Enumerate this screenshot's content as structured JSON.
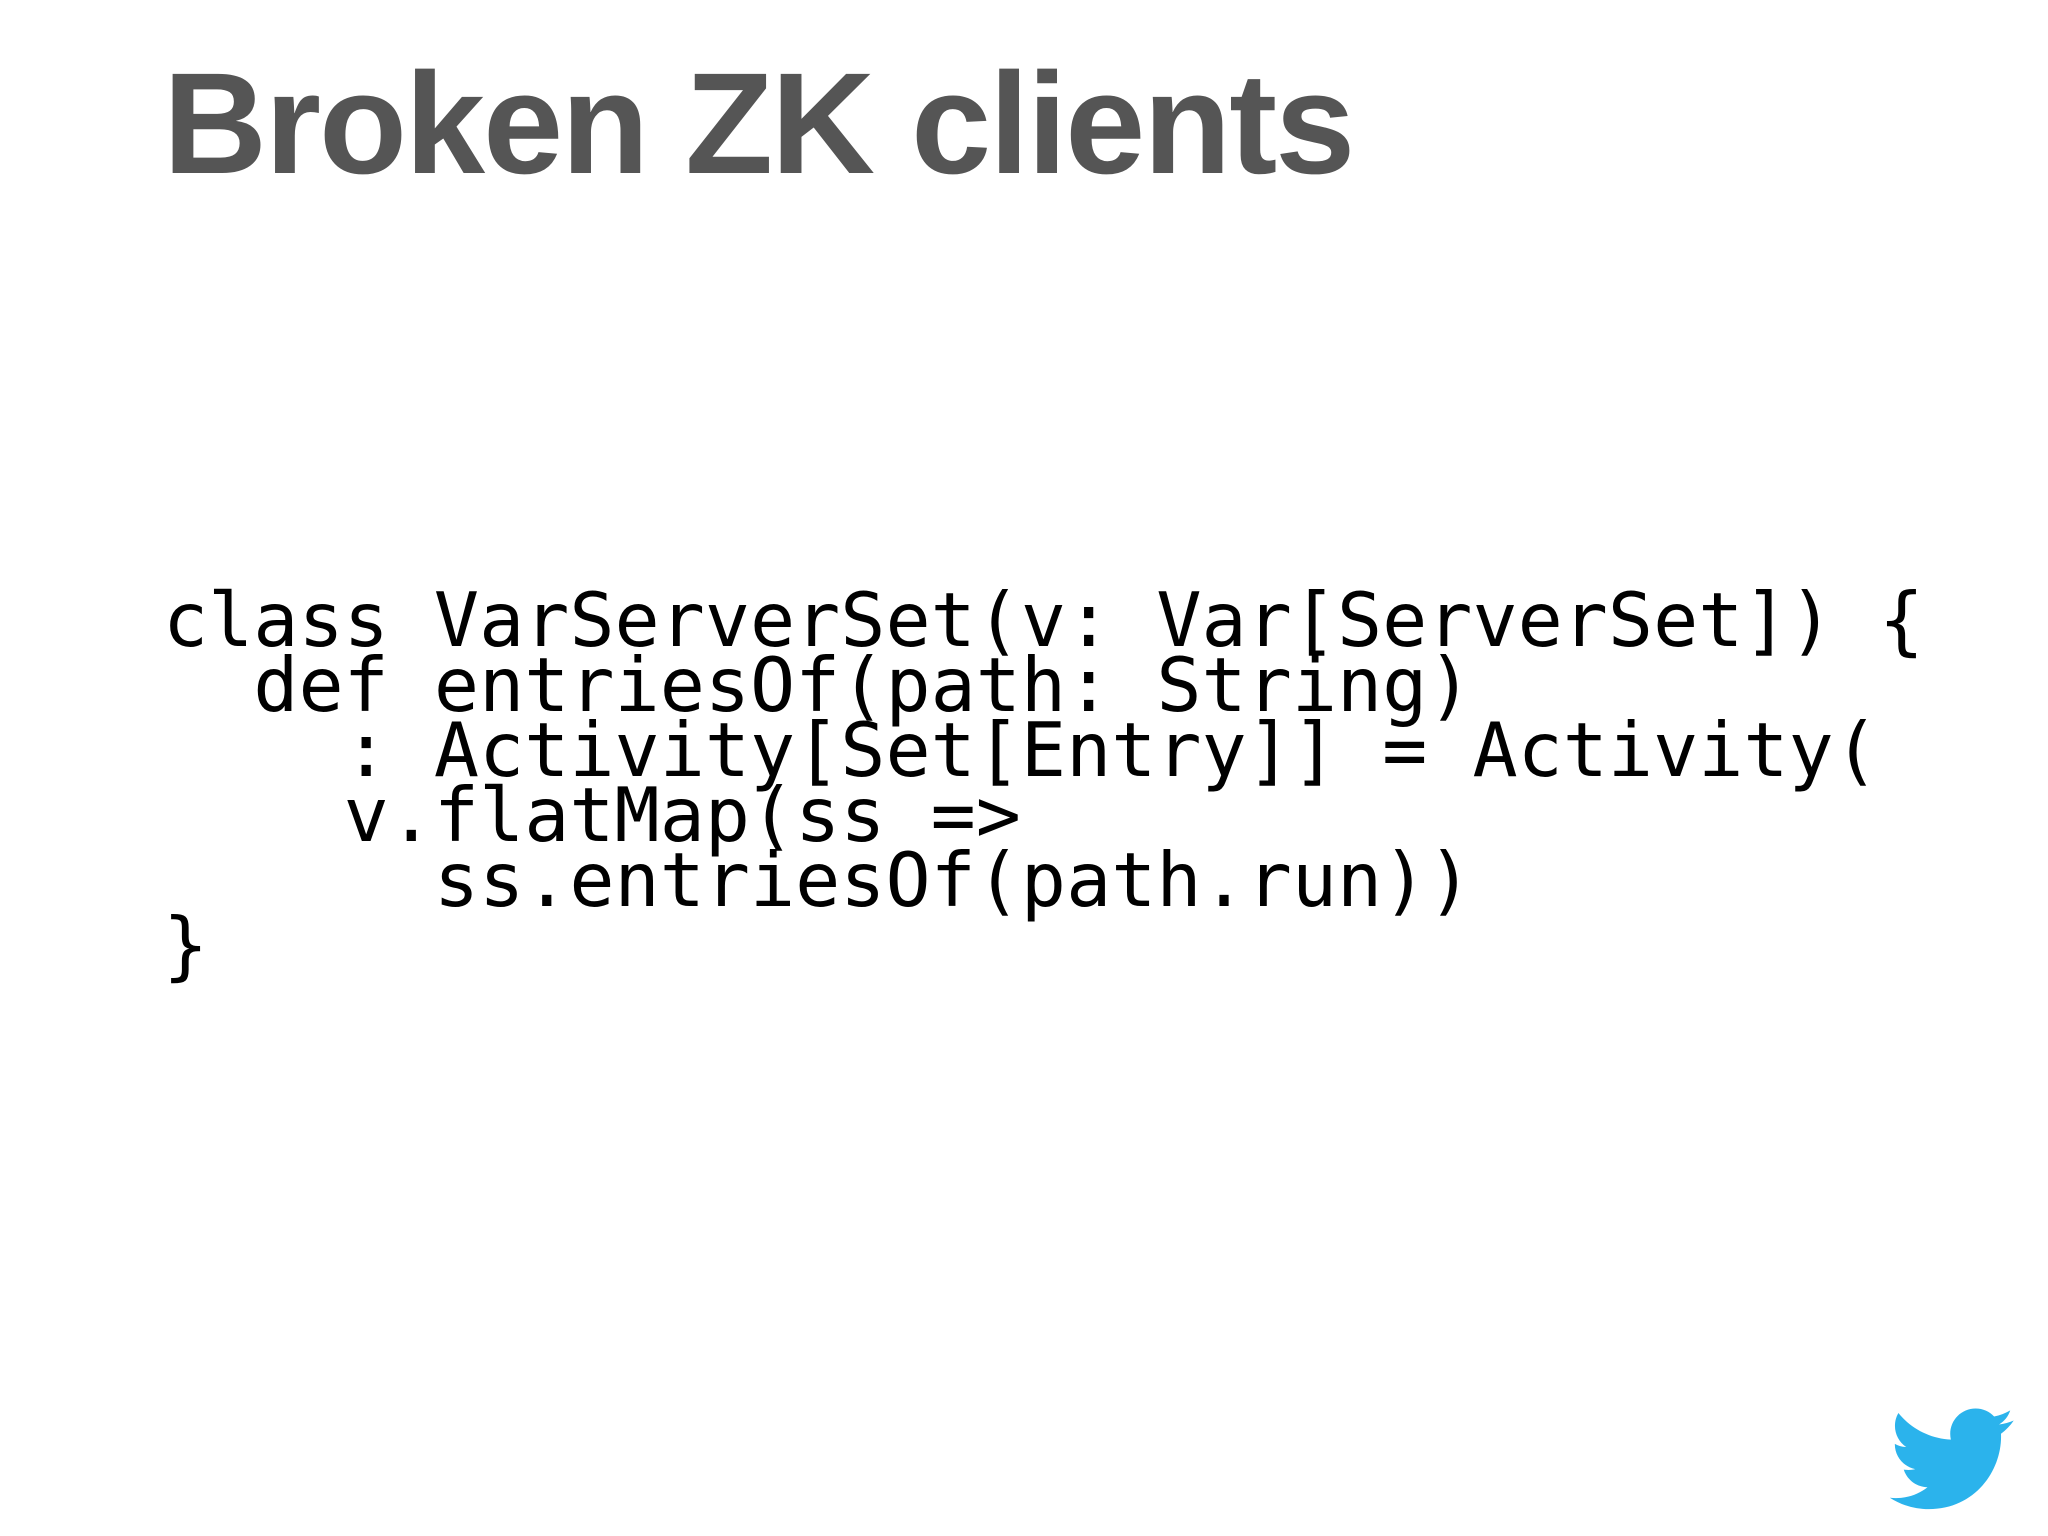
{
  "slide": {
    "background_color": "#ffffff",
    "title": "Broken ZK clients",
    "title_color": "#555555"
  },
  "code": {
    "language": "scala",
    "text_color": "#000000",
    "lines": [
      "class VarServerSet(v: Var[ServerSet]) {",
      "  def entriesOf(path: String)",
      "    : Activity[Set[Entry]] = Activity(",
      "    v.flatMap(ss =>",
      "      ss.entriesOf(path.run))",
      "}"
    ]
  },
  "branding": {
    "logo_name": "twitter-bird-icon",
    "logo_color": "#2BB3EC"
  }
}
